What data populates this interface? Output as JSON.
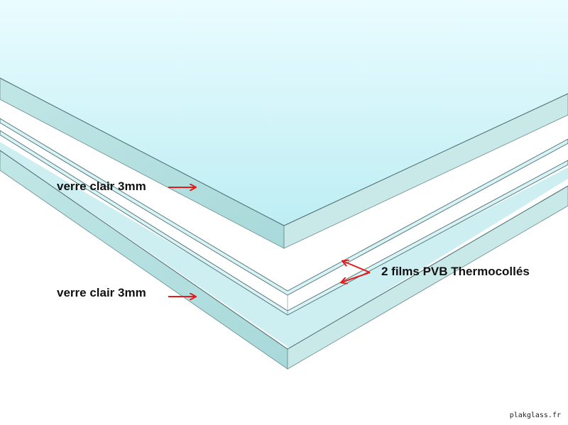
{
  "labels": {
    "top_glass": "verre clair 3mm",
    "pvb_films": "2 films PVB Thermocollés",
    "bottom_glass": "verre clair 3mm"
  },
  "watermark": "plakglass.fr",
  "colors": {
    "glass_top_face_light": "#e6fbff",
    "glass_top_face_dark": "#bdeff4",
    "glass_edge": "#b7e1e1",
    "glass_outline": "#5a7a7d",
    "arrow": "#e61b1b",
    "label_text": "#111111"
  }
}
